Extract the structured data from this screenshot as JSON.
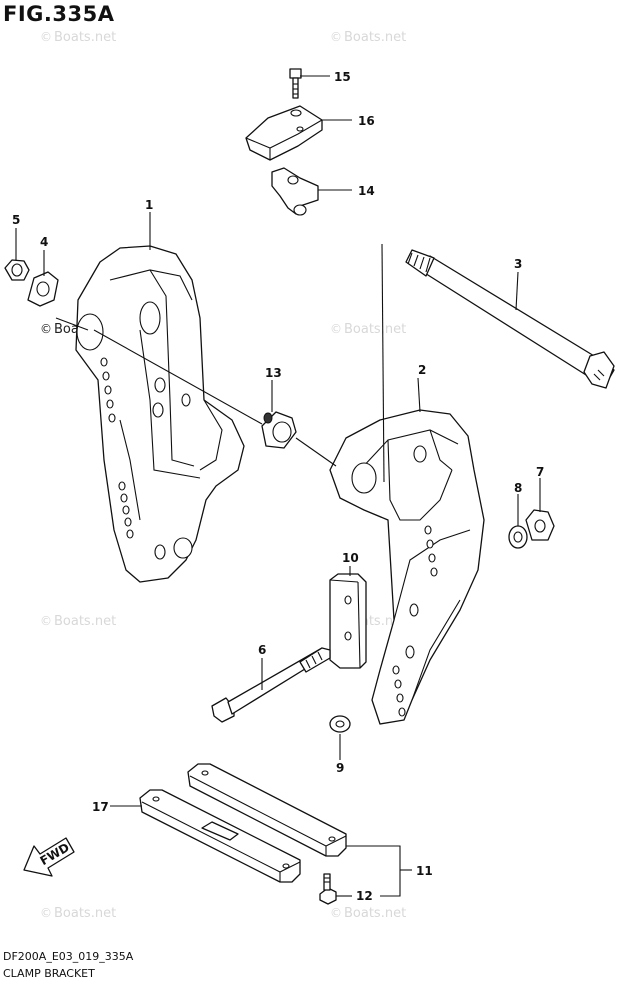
{
  "figure": {
    "title": "FIG.335A",
    "drawing_code": "DF200A_E03_019_335A",
    "caption": "CLAMP BRACKET"
  },
  "watermark": "Boats.net",
  "callouts": [
    "1",
    "2",
    "3",
    "4",
    "5",
    "6",
    "7",
    "8",
    "9",
    "10",
    "11",
    "12",
    "13",
    "14",
    "15",
    "16",
    "17"
  ],
  "fwd_label": "FWD"
}
